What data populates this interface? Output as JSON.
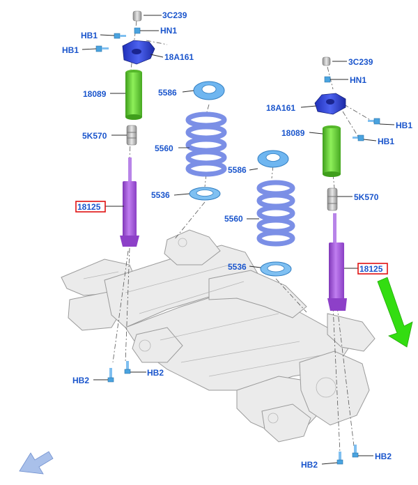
{
  "diagram": {
    "labels": {
      "top_nut_left": "3C239",
      "hb1_a_left": "HB1",
      "hn1_left": "HN1",
      "hb1_b_left": "HB1",
      "mount_left": "18A161",
      "boot_left": "18089",
      "bumper_left": "5K570",
      "shock_left": "18125",
      "upper_seat_left": "5586",
      "spring_left": "5560",
      "lower_seat_left": "5536",
      "hb2_a_left": "HB2",
      "hb2_b_left": "HB2",
      "top_nut_right": "3C239",
      "hn1_right": "HN1",
      "mount_right": "18A161",
      "hb1_a_right": "HB1",
      "boot_right": "18089",
      "hb1_b_right": "HB1",
      "bumper_right": "5K570",
      "shock_right": "18125",
      "upper_seat_right": "5586",
      "spring_right": "5560",
      "lower_seat_right": "5536",
      "hb2_a_right": "HB2",
      "hb2_b_right": "HB2"
    },
    "colors": {
      "label_text": "#1a55cc",
      "highlight_box": "#e01010",
      "mount": "#2a3fd6",
      "boot": "#66cc33",
      "shock": "#a455d9",
      "spring": "#7b8fe6",
      "seat": "#5fa8e8",
      "bumper": "#c8c8c8",
      "frame": "#e9e9e9",
      "arrow_green": "#33dd11",
      "arrow_blue": "#9fb6e6"
    }
  }
}
